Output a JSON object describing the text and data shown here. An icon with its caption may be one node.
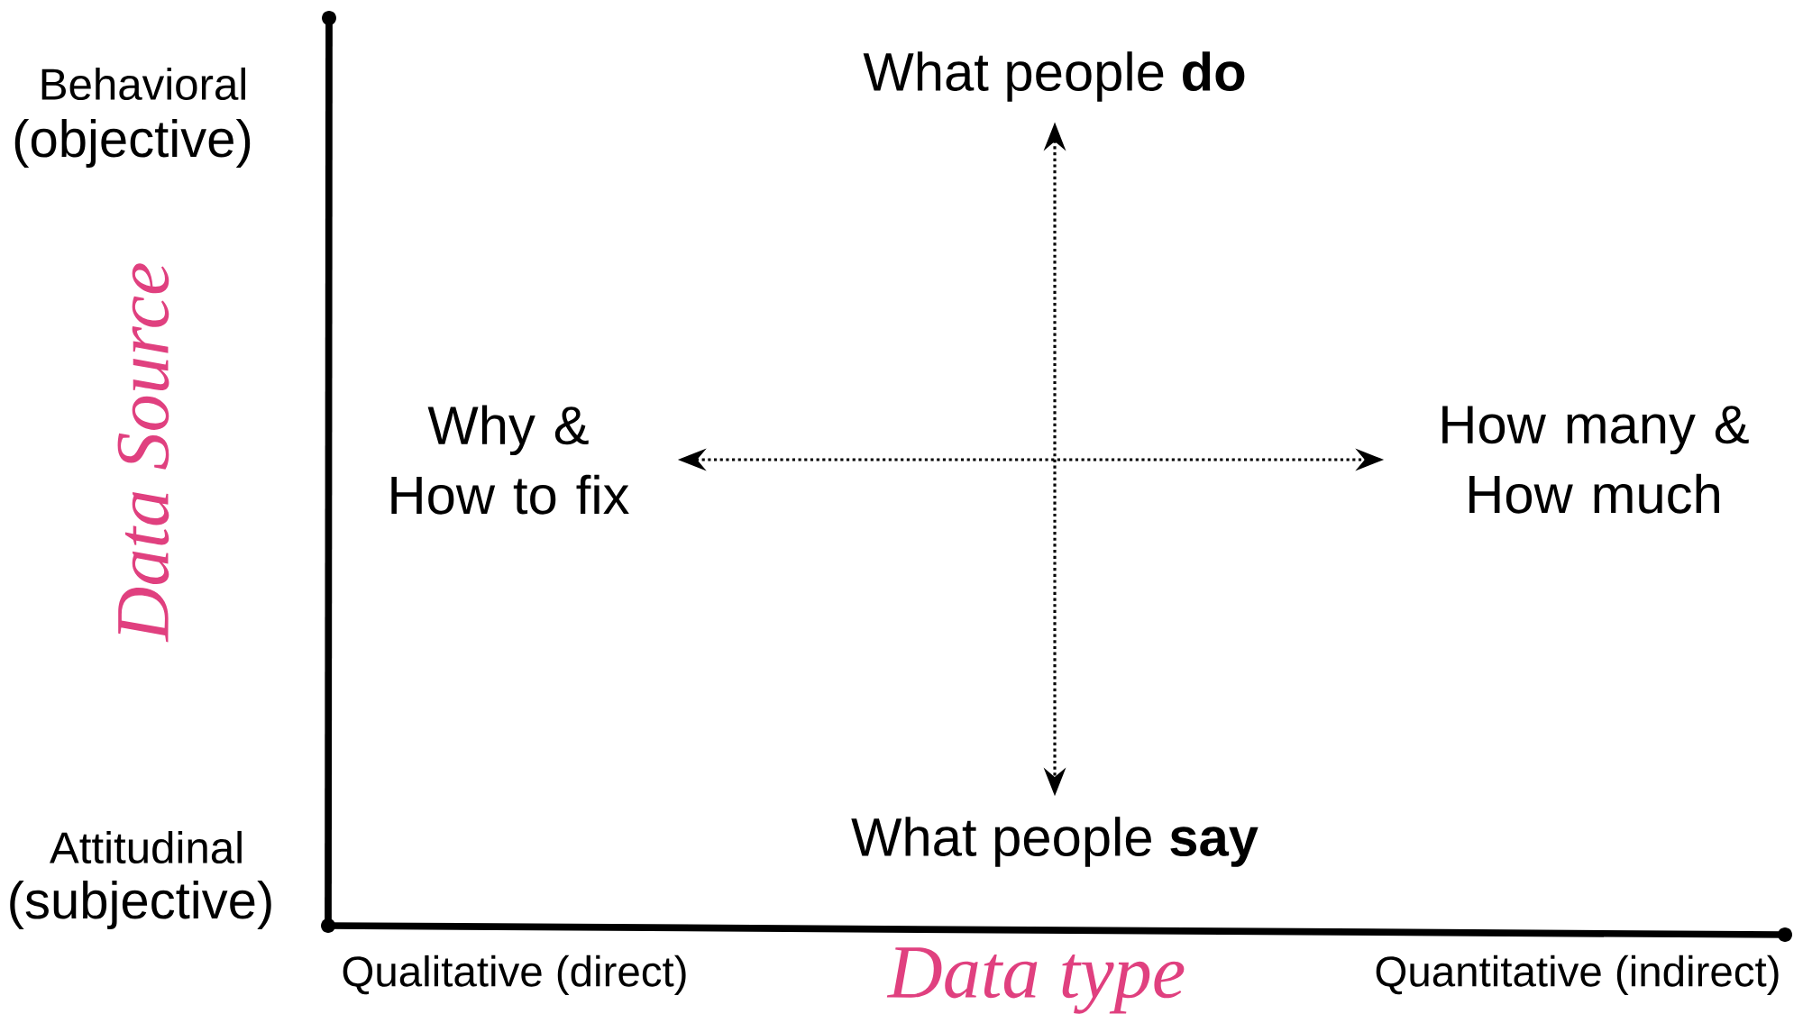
{
  "diagram": {
    "nodes": [
      {
        "text": [
          "What people **do**"
        ]
      },
      {
        "text": [
          "What people **say**"
        ]
      },
      {
        "text": [
          "Why & How to fix"
        ]
      },
      {
        "text": [
          "How many & How much"
        ]
      }
    ],
    "edges": [
      {
        "from": 0,
        "to": 1,
        "arrow": "both",
        "style": "dashed"
      },
      {
        "from": 2,
        "to": 3,
        "arrow": "both",
        "style": "dashed"
      }
    ],
    "labels": [
      "Behavioral",
      "(objective)",
      "Data Source",
      "Attitudinal",
      "(subjective)",
      "Qualitative (direct)",
      "Data type",
      "Quantitative (indirect)"
    ]
  }
}
